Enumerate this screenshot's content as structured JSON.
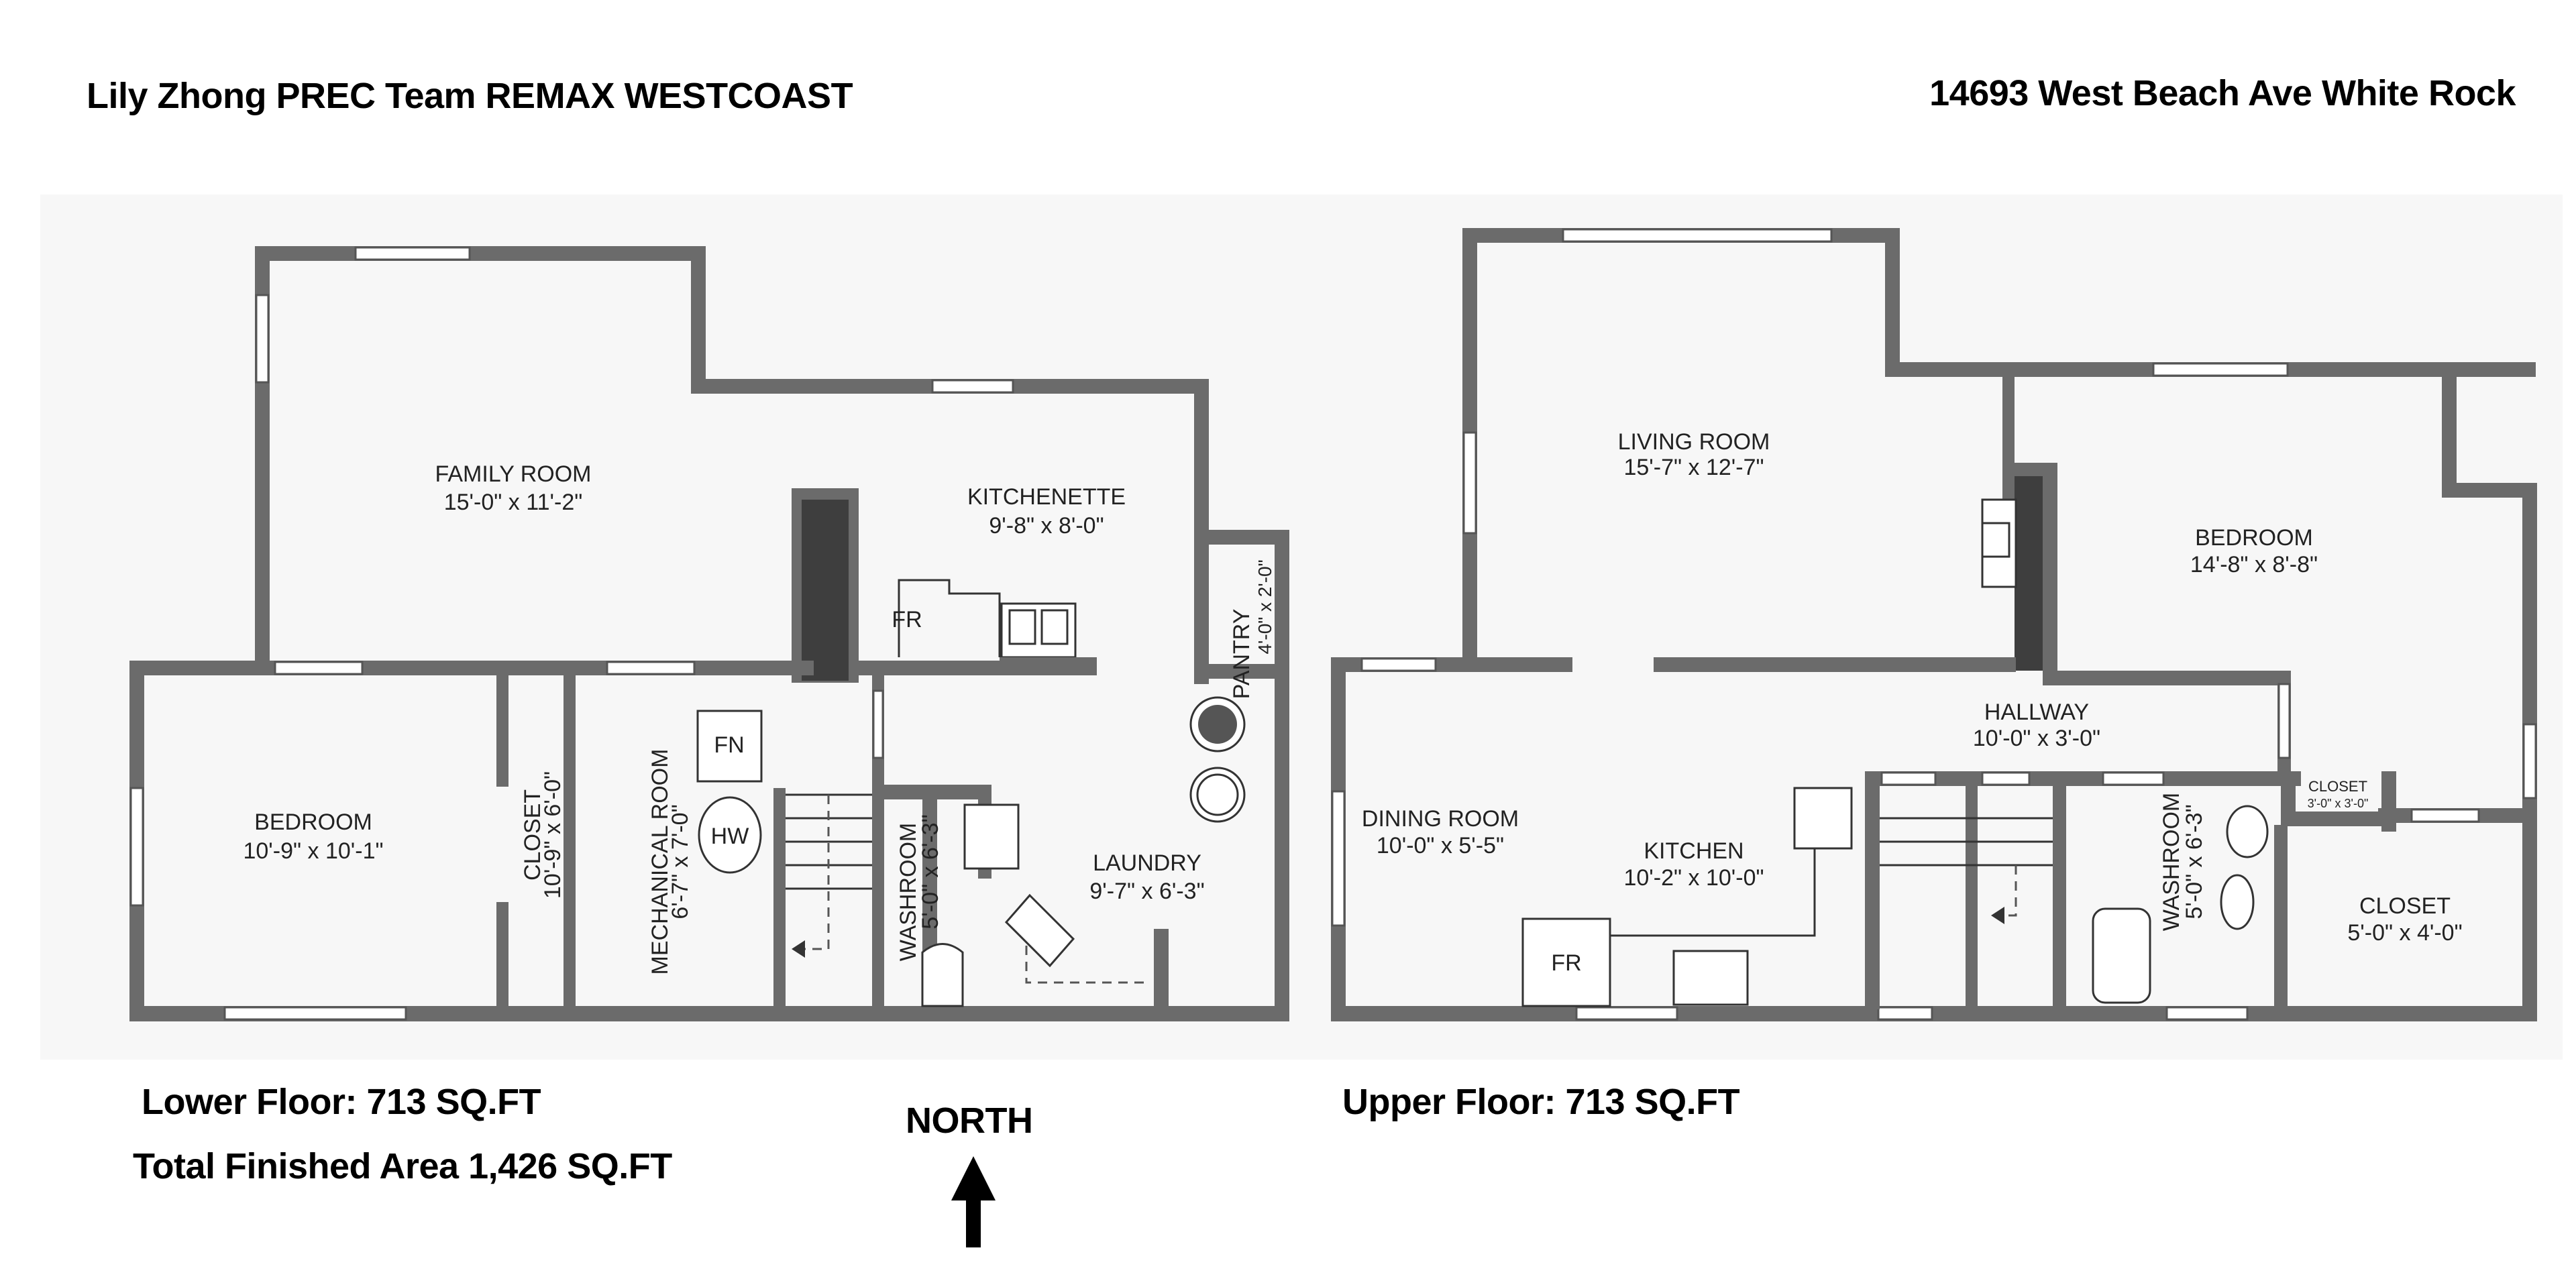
{
  "header": {
    "agent": "Lily Zhong PREC Team  REMAX WESTCOAST",
    "address": "14693 West Beach Ave White Rock"
  },
  "lower_floor": {
    "rooms": [
      {
        "name": "FAMILY ROOM",
        "dims": "15'-0\" x 11'-2\""
      },
      {
        "name": "KITCHENETTE",
        "dims": "9'-8\" x 8'-0\""
      },
      {
        "name": "PANTRY",
        "dims": "4'-0\" x 2'-0\""
      },
      {
        "name": "BEDROOM",
        "dims": "10'-9\" x 10'-1\""
      },
      {
        "name": "CLOSET",
        "dims": "10'-9\" x 6'-0\""
      },
      {
        "name": "MECHANICAL ROOM",
        "dims": "6'-7\" x 7'-0\""
      },
      {
        "name": "WASHROOM",
        "dims": "5'-0\" x 6'-3\""
      },
      {
        "name": "LAUNDRY",
        "dims": "9'-7\" x 6'-3\""
      }
    ],
    "fixtures": {
      "fridge": "FR",
      "furnace": "FN",
      "hot_water": "HW"
    },
    "area": "Lower Floor: 713 SQ.FT"
  },
  "upper_floor": {
    "rooms": [
      {
        "name": "LIVING ROOM",
        "dims": "15'-7\" x 12'-7\""
      },
      {
        "name": "BEDROOM",
        "dims": "14'-8\" x 8'-8\""
      },
      {
        "name": "HALLWAY",
        "dims": "10'-0\" x 3'-0\""
      },
      {
        "name": "DINING ROOM",
        "dims": "10'-0\" x 5'-5\""
      },
      {
        "name": "KITCHEN",
        "dims": "10'-2\" x 10'-0\""
      },
      {
        "name": "WASHROOM",
        "dims": "5'-0\" x 6'-3\""
      },
      {
        "name": "CLOSET",
        "dims": "3'-0\" x 3'-0\""
      },
      {
        "name": "CLOSET",
        "dims": "5'-0\" x 4'-0\""
      }
    ],
    "fixtures": {
      "fridge": "FR"
    },
    "area": "Upper Floor: 713 SQ.FT"
  },
  "footer": {
    "total_area": "Total Finished Area 1,426 SQ.FT",
    "north_label": "NORTH"
  },
  "colors": {
    "wall": "#6b6b6b",
    "chimney": "#3e3e3e",
    "text": "#000000"
  }
}
